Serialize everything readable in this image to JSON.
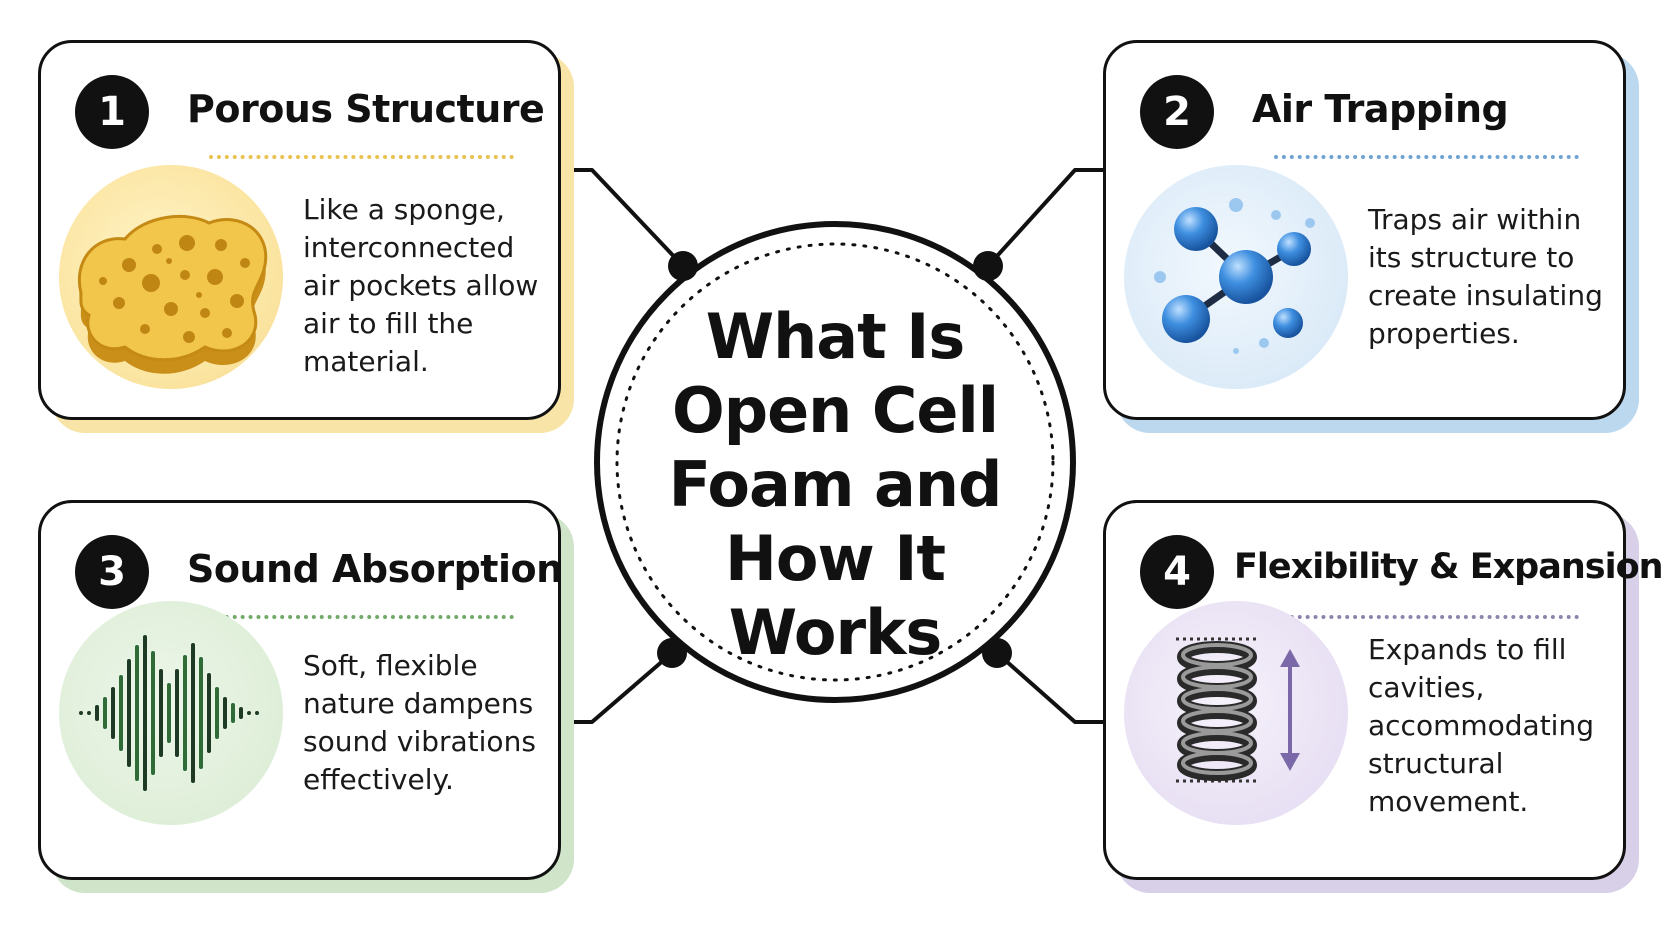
{
  "center": {
    "title": "What Is\nOpen Cell\nFoam and\nHow It Works"
  },
  "cards": [
    {
      "number": "1",
      "title": "Porous Structure",
      "text": "Like a sponge,\ninterconnected\nair pockets allow\nair to fill the\nmaterial.",
      "icon": "sponge-icon",
      "accent": "#f9e4a8"
    },
    {
      "number": "2",
      "title": "Air Trapping",
      "text": "Traps air within\nits structure to\ncreate insulating\nproperties.",
      "icon": "molecule-icon",
      "accent": "#bcd8ee"
    },
    {
      "number": "3",
      "title": "Sound Absorption",
      "text": "Soft, flexible\nnature dampens\nsound vibrations\neffectively.",
      "icon": "sound-wave-icon",
      "accent": "#cfe4c9"
    },
    {
      "number": "4",
      "title": "Flexibility & Expansion",
      "text": "Expands to fill\ncavities,\naccommodating\nstructural\nmovement.",
      "icon": "spring-icon",
      "accent": "#d8cfe8"
    }
  ]
}
